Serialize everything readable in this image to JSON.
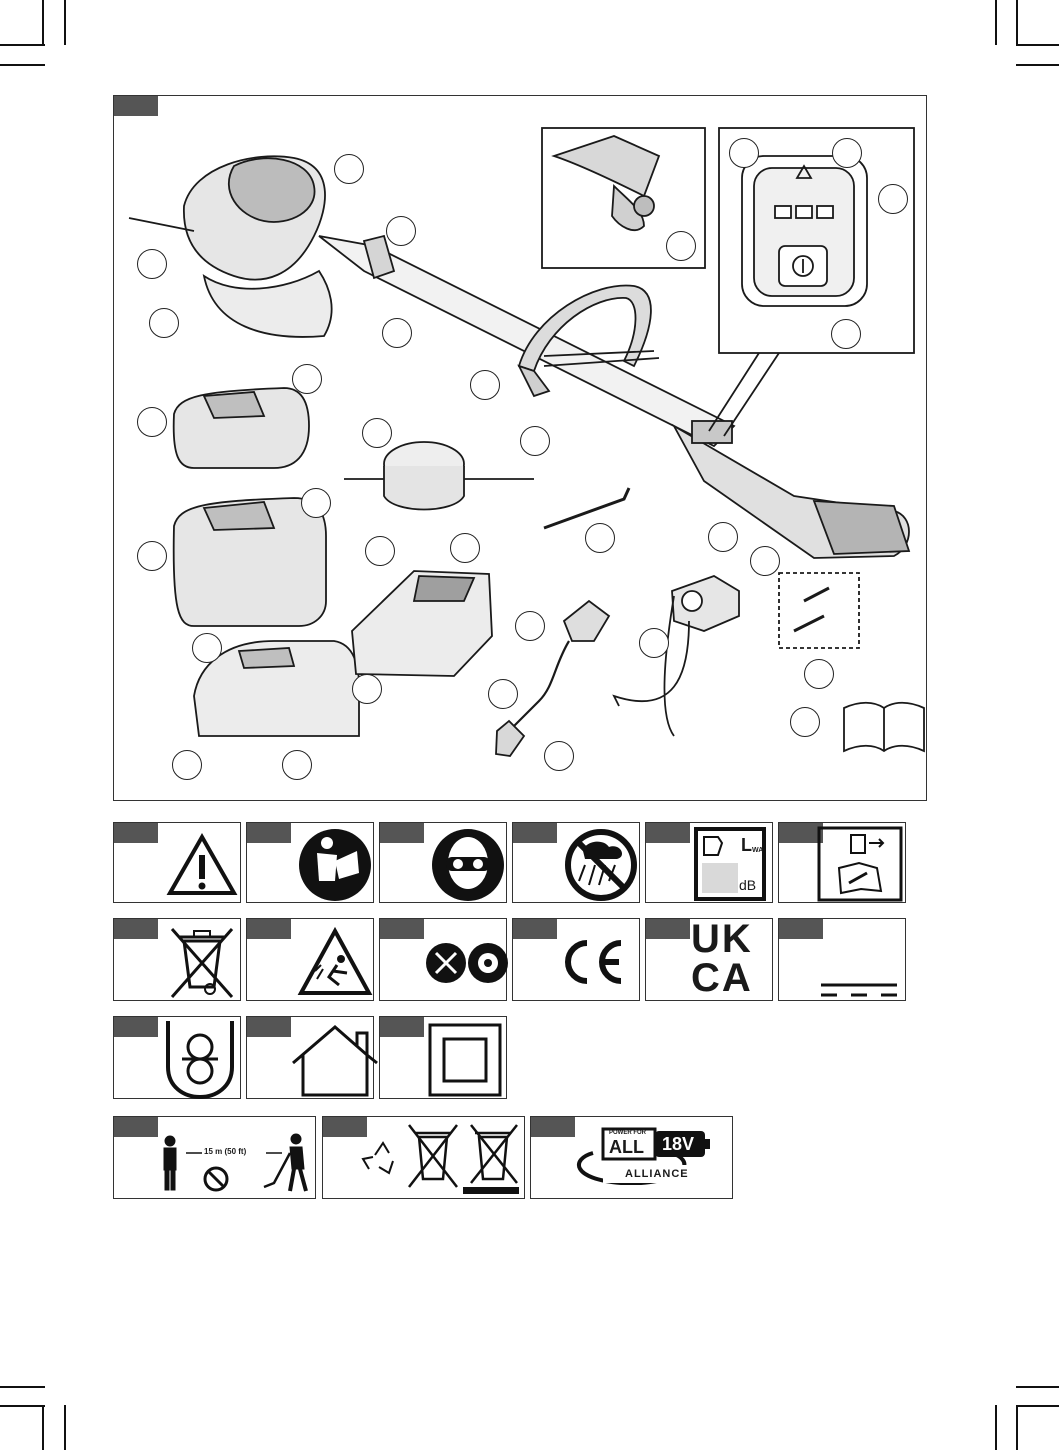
{
  "symbols": {
    "sound_label_lwa": "L",
    "sound_label_lwa_sub": "WA",
    "sound_label_db": "dB",
    "uk_top": "UK",
    "uk_bottom": "CA",
    "distance_label": "15 m (50 ft)",
    "alliance_top": "POWER FOR",
    "alliance_all": "ALL",
    "alliance_volt": "18V",
    "alliance_bottom": "ALLIANCE"
  },
  "icons": [
    "warning-triangle-icon",
    "read-manual-icon",
    "eye-protection-icon",
    "no-rain-icon",
    "sound-power-icon",
    "maintenance-manual-icon",
    "weee-bin-icon",
    "flying-objects-icon",
    "blade-discs-icon",
    "ce-mark-icon",
    "ukca-mark-icon",
    "dc-current-icon",
    "safety-transformer-icon",
    "indoor-use-icon",
    "double-insulation-icon",
    "bystander-distance-icon",
    "recycling-icon",
    "power-for-all-icon"
  ],
  "colors": {
    "line": "#1a1a1a",
    "tag": "#555555",
    "fill": "#d9d9d9"
  }
}
